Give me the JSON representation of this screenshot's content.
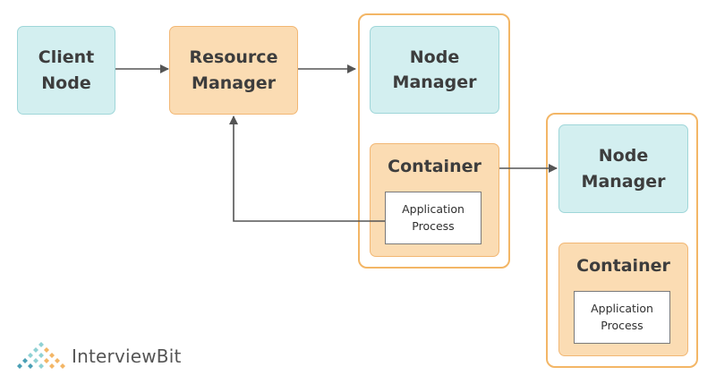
{
  "client_node": {
    "line1": "Client",
    "line2": "Node"
  },
  "resource_manager": {
    "line1": "Resource",
    "line2": "Manager"
  },
  "group1": {
    "node_manager": {
      "line1": "Node",
      "line2": "Manager"
    },
    "container": {
      "label": "Container",
      "app": {
        "line1": "Application",
        "line2": "Process"
      }
    }
  },
  "group2": {
    "node_manager": {
      "line1": "Node",
      "line2": "Manager"
    },
    "container": {
      "label": "Container",
      "app": {
        "line1": "Application",
        "line2": "Process"
      }
    }
  },
  "brand": {
    "name": "InterviewBit",
    "logo_icon": "diamond-grid-icon"
  },
  "colors": {
    "blue_fill": "#d3eff0",
    "orange_fill": "#fbdcb3",
    "group_border": "#f3b666",
    "arrow": "#555555"
  }
}
